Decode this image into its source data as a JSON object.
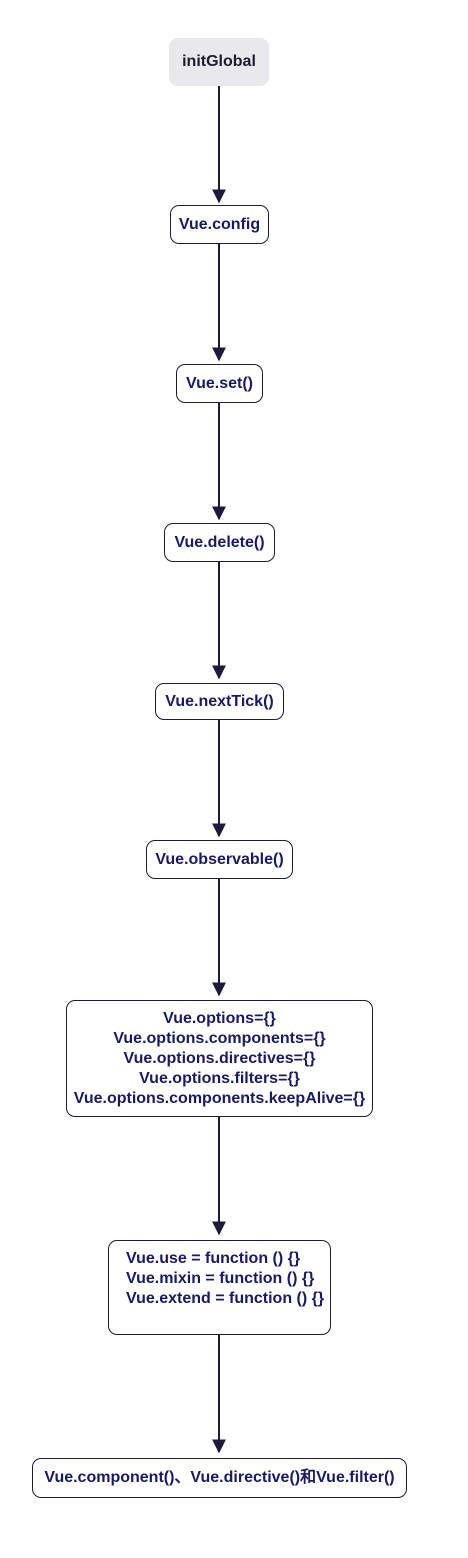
{
  "nodes": {
    "init_global": "initGlobal",
    "config": "Vue.config",
    "set": "Vue.set()",
    "delete": "Vue.delete()",
    "next_tick": "Vue.nextTick()",
    "observable": "Vue.observable()",
    "options": [
      "Vue.options={}",
      "Vue.options.components={}",
      "Vue.options.directives={}",
      "Vue.options.filters={}",
      "Vue.options.components.keepAlive={}"
    ],
    "global_api": [
      "Vue.use = function () {}",
      "Vue.mixin = function () {}",
      "Vue.extend = function () {}"
    ],
    "assets": "Vue.component()、Vue.directive()和Vue.filter()"
  },
  "colors": {
    "edge": "#1c1c3a",
    "node_border": "#1c1c3a",
    "node_text": "#1a1a5e",
    "start_fill": "#e9e8ec"
  }
}
